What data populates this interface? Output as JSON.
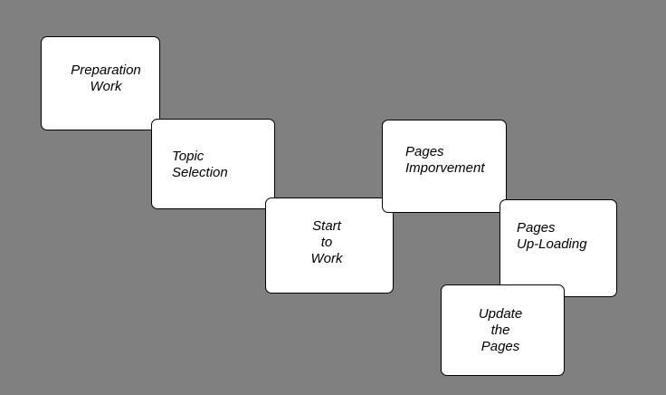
{
  "diagram": {
    "background_color": "#808080",
    "card_color": "#ffffff",
    "steps": [
      {
        "label": "Preparation\nWork"
      },
      {
        "label": "Topic\nSelection"
      },
      {
        "label": "Start\nto\nWork"
      },
      {
        "label": "Pages\nImporvement"
      },
      {
        "label": "Pages\nUp-Loading"
      },
      {
        "label": "Update\nthe\nPages"
      }
    ]
  }
}
